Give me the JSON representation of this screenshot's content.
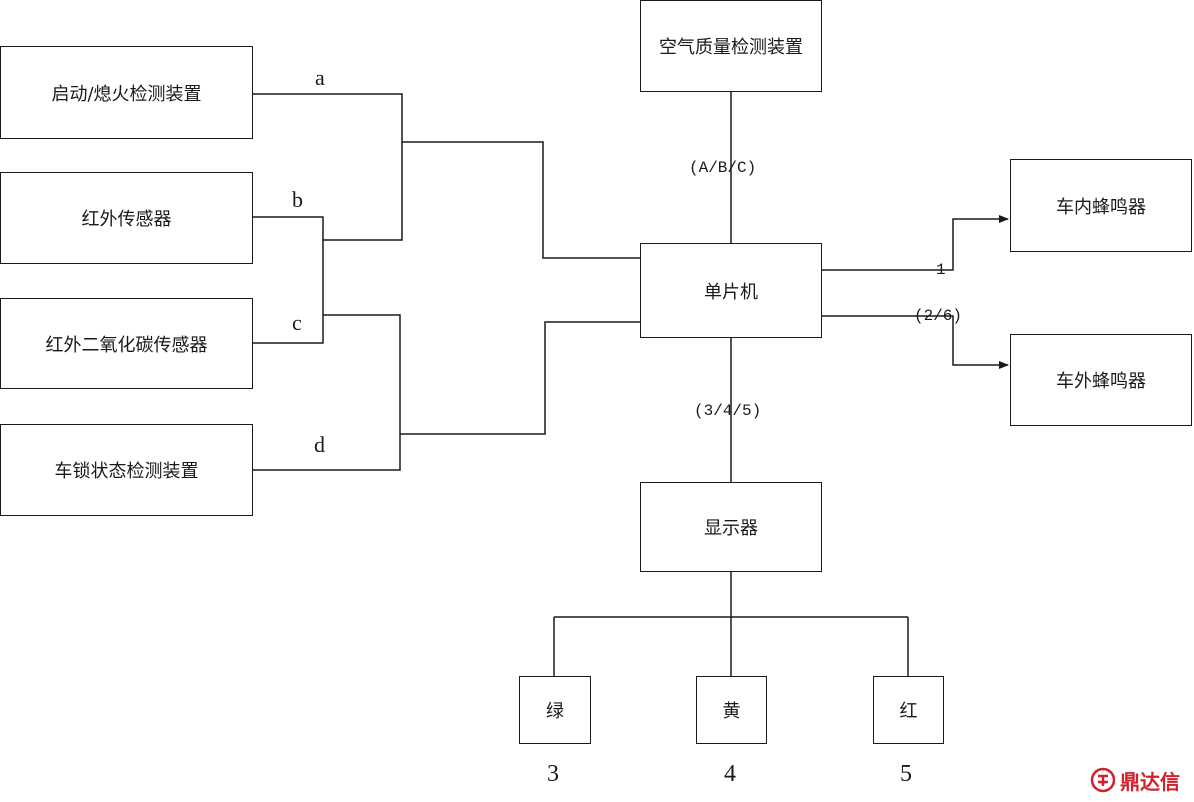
{
  "nodes": {
    "start": "启动/熄火检测装置",
    "ir": "红外传感器",
    "co2": "红外二氧化碳传感器",
    "lock": "车锁状态检测装置",
    "air": "空气质量检测装置",
    "mcu": "单片机",
    "inner_buzzer": "车内蜂鸣器",
    "outer_buzzer": "车外蜂鸣器",
    "display": "显示器",
    "green": "绿",
    "yellow": "黄",
    "red": "红"
  },
  "labels": {
    "a": "a",
    "b": "b",
    "c": "c",
    "d": "d",
    "abc": "(A/B/C)",
    "one": "1",
    "two_six": "(2/6)",
    "three_four_five": "(3/4/5)",
    "n3": "3",
    "n4": "4",
    "n5": "5"
  },
  "watermark": {
    "text": "鼎达信"
  },
  "colors": {
    "line": "#1a1a1a",
    "watermark": "#d4202a"
  }
}
